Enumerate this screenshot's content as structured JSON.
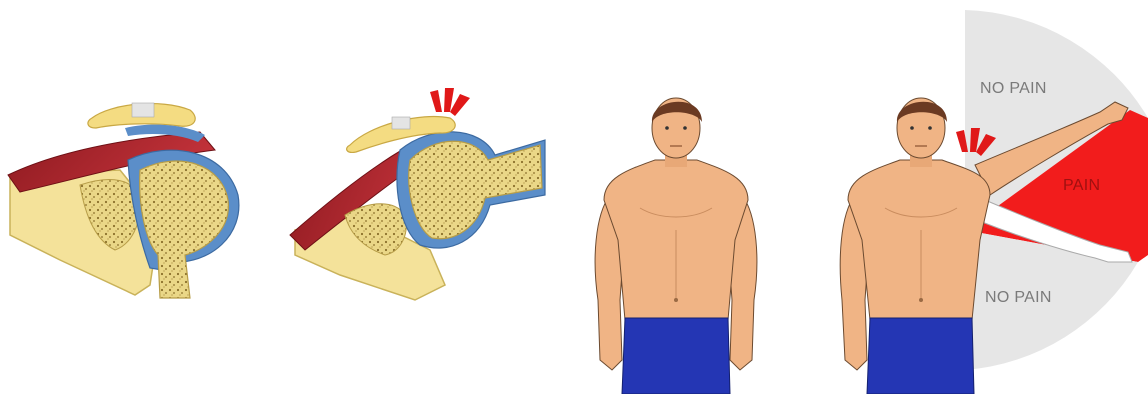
{
  "zones": {
    "upper": "NO PAIN",
    "middle": "PAIN",
    "lower": "NO PAIN"
  },
  "panels": [
    {
      "name": "shoulder-joint-normal",
      "pain_marker": false
    },
    {
      "name": "shoulder-joint-impingement",
      "pain_marker": true
    },
    {
      "name": "figure-arm-down",
      "pain_marker": false
    },
    {
      "name": "figure-arm-raised",
      "pain_marker": true
    }
  ],
  "colors": {
    "pain": "#f21c1c",
    "no_pain": "#e6e6e6",
    "skin": "#f0b485",
    "shorts": "#2436b4",
    "hair": "#6b3a22",
    "bone": "#f5e6a3",
    "bone_spongy": "#e9d586",
    "cartilage_blue": "#5b8ec9",
    "muscle": "#a5222a",
    "pain_marker": "#e01818"
  }
}
